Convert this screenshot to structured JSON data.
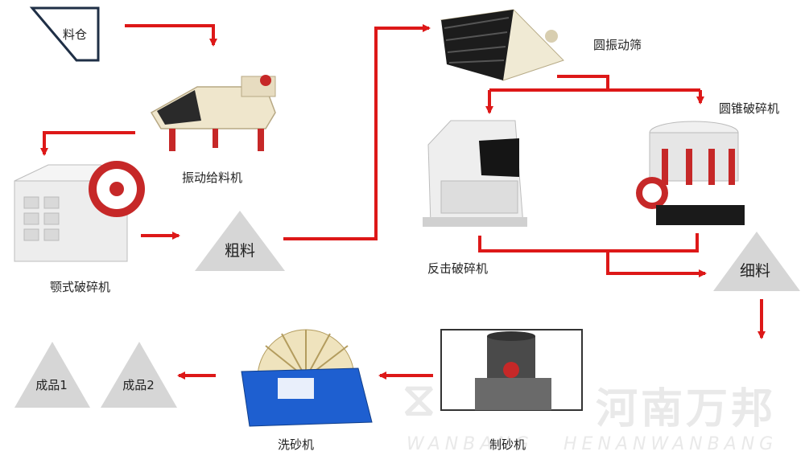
{
  "nodes": {
    "silo": "料仓",
    "vibrating_feeder": "振动给料机",
    "jaw_crusher": "颚式破碎机",
    "coarse": "粗料",
    "vibrating_screen": "圆振动筛",
    "cone_crusher": "圆锥破碎机",
    "impact_crusher": "反击破碎机",
    "fine": "细料",
    "sand_maker": "制砂机",
    "sand_washer": "洗砂机",
    "product1": "成品1",
    "product2": "成品2"
  },
  "watermark": {
    "cn": "河南万邦",
    "wanbang": "WANBANG",
    "henan": "HENANWANBANG"
  },
  "colors": {
    "arrow": "#dd1818",
    "triangle": "#d6d6d6",
    "machine_cream": "#efe6cc",
    "machine_red": "#c62828",
    "washer_blue": "#1e5fd0"
  }
}
